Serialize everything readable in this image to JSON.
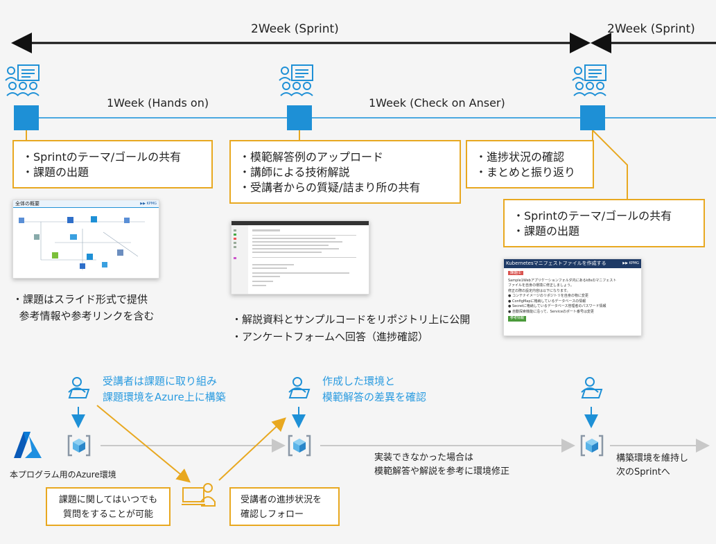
{
  "sprint": {
    "label_main": "2Week (Sprint)",
    "label_next": "2Week (Sprint)"
  },
  "timeline": {
    "week1": "1Week (Hands on)",
    "week2": "1Week (Check on Anser)"
  },
  "box1": [
    "・Sprintのテーマ/ゴールの共有",
    "・課題の出題"
  ],
  "box2": [
    "・模範解答例のアップロード",
    "・講師による技術解説",
    "・受講者からの質疑/詰まり所の共有"
  ],
  "box3": [
    "・進捗状況の確認",
    "・まとめと振り返り"
  ],
  "box4": [
    "・Sprintのテーマ/ゴールの共有",
    "・課題の出題"
  ],
  "slide1": {
    "title": "全体の概要",
    "tag": "▶▶ KPMG"
  },
  "slide3": {
    "title": "Kubernetesマニフェストファイルを作成する",
    "tag": "▶▶ KPMG",
    "badge": "課題①",
    "lines": [
      "Sample1Webアプリケーションフォルダ内にあるk8sのマニフェスト",
      "ファイルを自身の環境に修正しましょう。",
      "修正の際の設定内容は以下になります。",
      "● コンテナイメージのリポジトリを自身の物に変更",
      "● ConfigMapに格納しているデータベースの情報",
      "● Secretに格納しているデータベース管理者のパスワード情報",
      "● 自動探索機能に沿って、Serviceのポート番号は変更"
    ],
    "ref_badge": "参考情報"
  },
  "note1": [
    "・課題はスライド形式で提供",
    "  参考情報や参考リンクを含む"
  ],
  "note2": [
    "・解説資料とサンプルコードをリポジトリ上に公開",
    "・アンケートフォームへ回答（進捗確認）"
  ],
  "blue1": [
    "受講者は課題に取り組み",
    "課題環境をAzure上に構築"
  ],
  "blue2": [
    "作成した環境と",
    "模範解答の差異を確認"
  ],
  "azure_label": "本プログラム用のAzure環境",
  "middle_note": [
    "実装できなかった場合は",
    "模範解答や解説を参考に環境修正"
  ],
  "right_note": [
    "構築環境を維持し",
    "次のSprintへ"
  ],
  "qbox": [
    "課題に関してはいつでも",
    "質問をすることが可能"
  ],
  "fbox": [
    "受講者の進捗状況を",
    "確認しフォロー"
  ],
  "colors": {
    "accent": "#1e90d6",
    "box_border": "#e8a820",
    "blue_text": "#2a9be0",
    "azure": "#0a72c8"
  }
}
